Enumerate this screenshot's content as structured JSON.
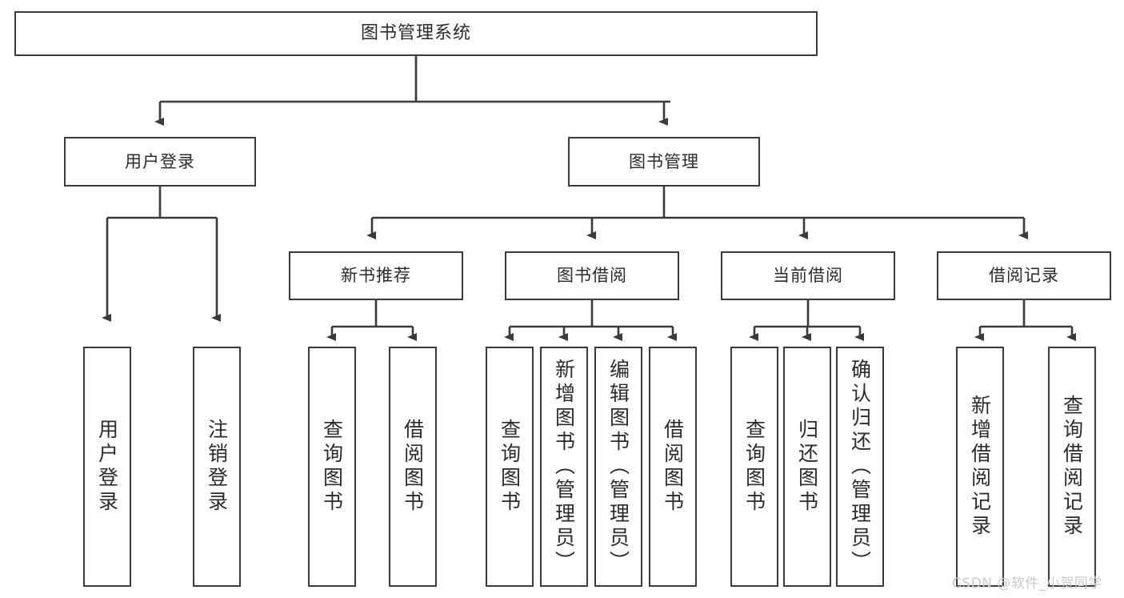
{
  "diagram": {
    "type": "tree",
    "title": "图书管理系统",
    "root": {
      "id": "root",
      "label": "图书管理系统"
    },
    "level2": [
      {
        "id": "user-login",
        "label": "用户登录"
      },
      {
        "id": "book-manage",
        "label": "图书管理"
      }
    ],
    "level3": [
      {
        "id": "new-book-rec",
        "label": "新书推荐",
        "parent": "book-manage"
      },
      {
        "id": "book-borrow",
        "label": "图书借阅",
        "parent": "book-manage"
      },
      {
        "id": "current-borrow",
        "label": "当前借阅",
        "parent": "book-manage"
      },
      {
        "id": "borrow-record",
        "label": "借阅记录",
        "parent": "book-manage"
      }
    ],
    "leaves": {
      "user_login": [
        {
          "id": "leaf-user-login",
          "label": "用户登录"
        },
        {
          "id": "leaf-logout",
          "label": "注销登录"
        }
      ],
      "new_book_rec": [
        {
          "id": "leaf-query-book-1",
          "label": "查询图书"
        },
        {
          "id": "leaf-borrow-book-1",
          "label": "借阅图书"
        }
      ],
      "book_borrow": [
        {
          "id": "leaf-query-book-2",
          "label": "查询图书"
        },
        {
          "id": "leaf-add-book",
          "label": "新增图书（管理员）"
        },
        {
          "id": "leaf-edit-book",
          "label": "编辑图书（管理员）"
        },
        {
          "id": "leaf-borrow-book-2",
          "label": "借阅图书"
        }
      ],
      "current_borrow": [
        {
          "id": "leaf-query-book-3",
          "label": "查询图书"
        },
        {
          "id": "leaf-return-book",
          "label": "归还图书"
        },
        {
          "id": "leaf-confirm-return",
          "label": "确认归还（管理员）"
        }
      ],
      "borrow_record": [
        {
          "id": "leaf-add-record",
          "label": "新增借阅记录"
        },
        {
          "id": "leaf-query-record",
          "label": "查询借阅记录"
        }
      ]
    }
  },
  "watermark": {
    "text": "CSDN @软件_小贺同学"
  },
  "colors": {
    "stroke": "#3a3a3a",
    "box_fill": "#ffffff",
    "text": "#2b2b2b",
    "background": "#ffffff",
    "watermark": "#c9c9c9"
  }
}
